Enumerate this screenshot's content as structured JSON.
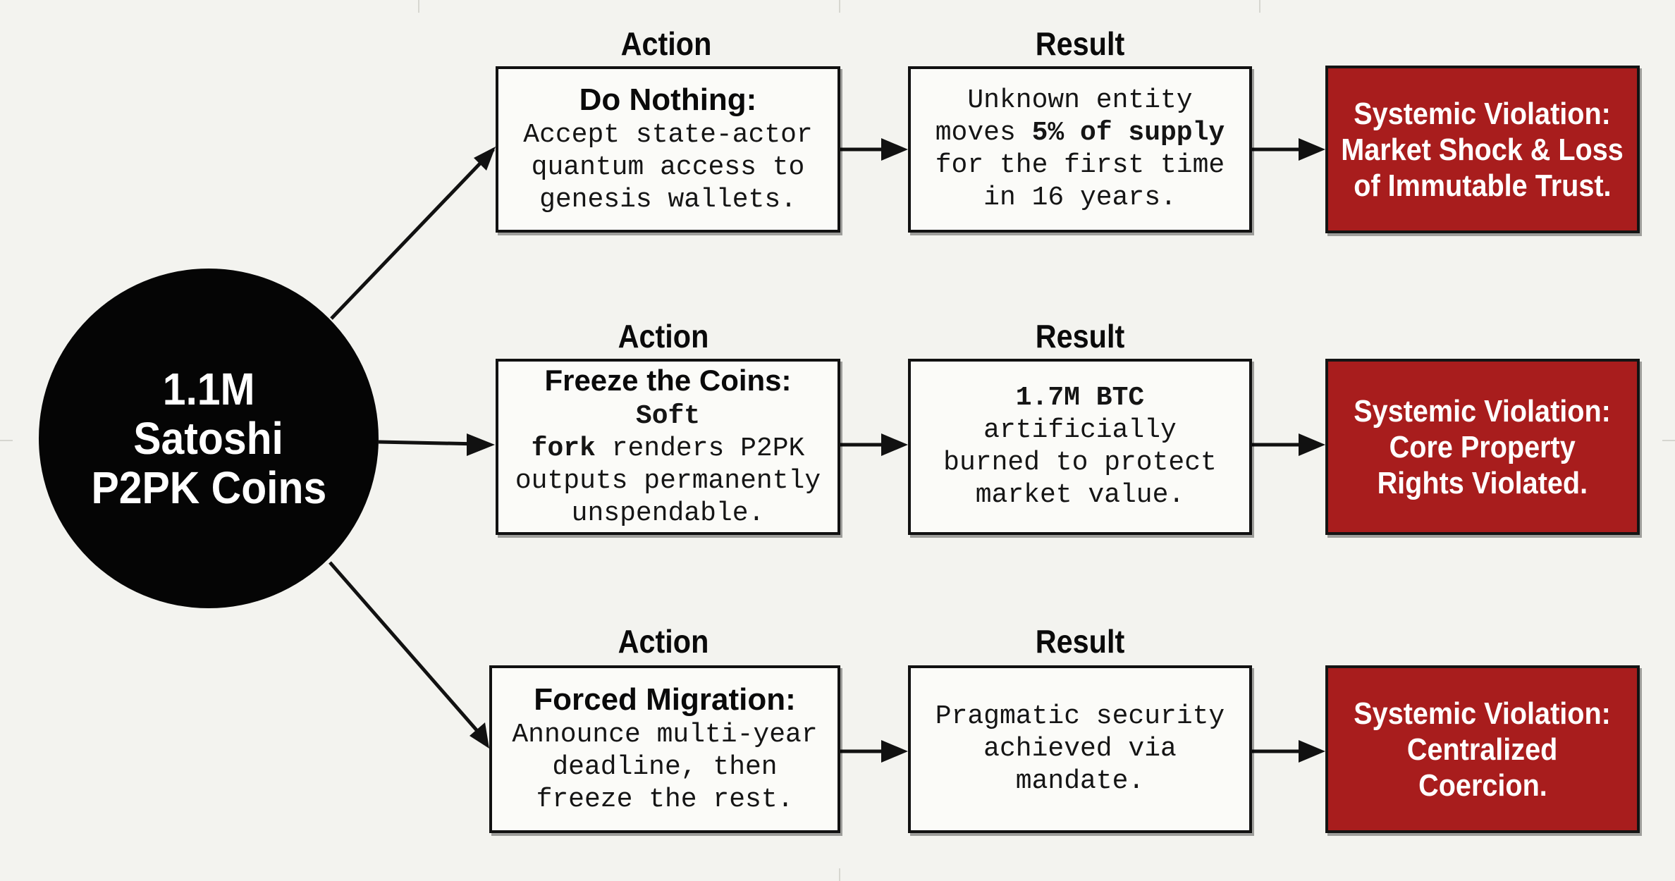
{
  "hub": {
    "lines": [
      "1.1M",
      "Satoshi",
      "P2PK Coins"
    ]
  },
  "rows": [
    {
      "action_heading": "Action",
      "result_heading": "Result",
      "action": {
        "lead": "Do Nothing:",
        "text_lines": [
          "Accept state-actor",
          "quantum access to",
          "genesis wallets."
        ]
      },
      "result": {
        "line1": "Unknown entity",
        "line2_pre": "moves ",
        "line2_bold": "5% of supply",
        "line3": "for the first time",
        "line4": "in 16 years."
      },
      "violation_lines": [
        "Systemic Violation:",
        "Market Shock & Loss",
        "of Immutable Trust."
      ]
    },
    {
      "action_heading": "Action",
      "result_heading": "Result",
      "action": {
        "lead": "Freeze the Coins:",
        "bold_mono_1": "Soft",
        "bold_mono_2": "fork",
        "rest_1": " renders P2PK",
        "line3": "outputs permanently",
        "line4": "unspendable."
      },
      "result": {
        "bold_line": "1.7M BTC",
        "text_lines": [
          "artificially",
          "burned to protect",
          "market value."
        ]
      },
      "violation_lines": [
        "Systemic Violation:",
        "Core Property",
        "Rights Violated."
      ]
    },
    {
      "action_heading": "Action",
      "result_heading": "Result",
      "action": {
        "lead": "Forced Migration:",
        "text_lines": [
          "Announce multi-year",
          "deadline, then",
          "freeze the rest."
        ]
      },
      "result": {
        "text_lines": [
          "Pragmatic security",
          "achieved via",
          "mandate."
        ]
      },
      "violation_lines": [
        "Systemic Violation:",
        "Centralized",
        "Coercion."
      ]
    }
  ],
  "colors": {
    "hub": "#050505",
    "violation": "#a81d1d",
    "stroke": "#111111",
    "background": "#f3f3ef"
  }
}
